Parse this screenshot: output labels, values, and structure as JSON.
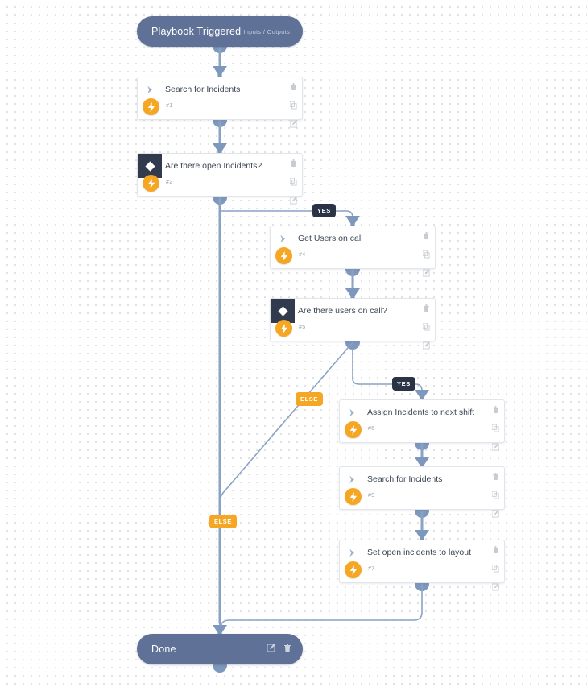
{
  "canvas": {
    "background_color": "#ffffff",
    "grid_dot_color": "#dcdce2"
  },
  "colors": {
    "terminal_node": "#5f7196",
    "condition_icon_bg": "#323b4e",
    "bolt_accent": "#f5a623",
    "yes_badge": "#2b3346",
    "else_badge": "#f5a623",
    "edge": "#8aa2c4",
    "card_border": "#e2e5ea",
    "label_text": "#3c4656"
  },
  "start_node": {
    "title": "Playbook Triggered",
    "subtitle": "Inputs / Outputs"
  },
  "end_node": {
    "title": "Done",
    "actions": [
      "edit-icon",
      "trash-icon"
    ]
  },
  "card_actions": [
    "trash-icon",
    "copy-icon",
    "edit-icon"
  ],
  "nodes": [
    {
      "id": "1",
      "label": "Search for Incidents",
      "task_id": "#1",
      "type": "task",
      "type_icon": "play-arrow-icon"
    },
    {
      "id": "2",
      "label": "Are there open Incidents?",
      "task_id": "#2",
      "type": "condition",
      "type_icon": "diamond-icon"
    },
    {
      "id": "4",
      "label": "Get Users on call",
      "task_id": "#4",
      "type": "task",
      "type_icon": "play-arrow-icon"
    },
    {
      "id": "5",
      "label": "Are there users on call?",
      "task_id": "#5",
      "type": "condition",
      "type_icon": "diamond-icon"
    },
    {
      "id": "6",
      "label": "Assign Incidents to next shift",
      "task_id": "#6",
      "type": "task",
      "type_icon": "play-arrow-icon"
    },
    {
      "id": "9",
      "label": "Search for Incidents",
      "task_id": "#9",
      "type": "task",
      "type_icon": "play-arrow-icon"
    },
    {
      "id": "7",
      "label": "Set open incidents  to layout",
      "task_id": "#7",
      "type": "task",
      "type_icon": "play-arrow-icon"
    }
  ],
  "branch_labels": {
    "yes_top": "YES",
    "yes_mid": "YES",
    "else_left": "ELSE",
    "else_mid": "ELSE"
  }
}
